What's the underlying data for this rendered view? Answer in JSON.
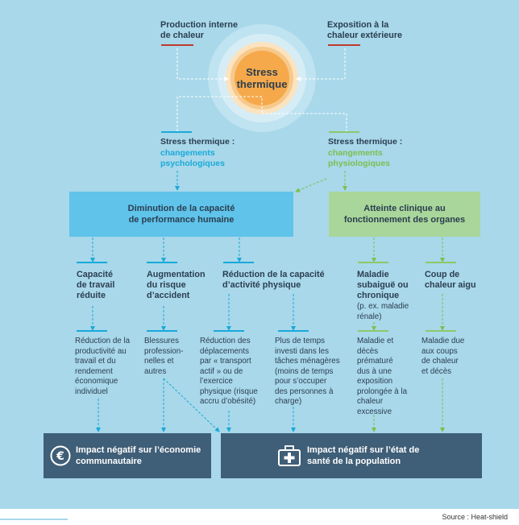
{
  "top": {
    "internal_heat": "Production interne\nde chaleur",
    "external_heat": "Exposition à la\nchaleur extérieure",
    "center": "Stress\nthermique"
  },
  "stress": {
    "psy_lead": "Stress thermique :",
    "psy_sub": "changements\npsychologiques",
    "phys_lead": "Stress thermique :",
    "phys_sub": "changements\nphysiologiques"
  },
  "boxes": {
    "performance": "Diminution de la capacité\nde performance humaine",
    "clinical": "Atteinte clinique au\nfonctionnement des organes"
  },
  "headers": {
    "work": "Capacité\nde travail\nréduite",
    "accident": "Augmentation\ndu risque\nd’accident",
    "activity": "Réduction de la capacité\nd’activité physique",
    "disease": "Maladie\nsubaiguë ou\nchronique",
    "disease_note": "(p. ex. maladie\nrénale)",
    "heatstroke": "Coup de\nchaleur aigu"
  },
  "details": {
    "productivity": "Réduction de la\nproductivité au\ntravail et du\nrendement\néconomique\nindividuel",
    "injuries": "Blessures\nprofession-\nnelles et\nautres",
    "travel": "Réduction des\ndéplacements\npar « transport\nactif » ou de\nl’exercice\nphysique (risque\naccru d’obésité)",
    "chores": "Plus de temps\ninvesti dans les\ntâches ménagères\n(moins de temps\npour s’occuper\ndes personnes à\ncharge)",
    "deaths": "Maladie et\ndécès\nprématuré\ndus à une\nexposition\nprolongée à la\nchaleur\nexcessive",
    "heat_deaths": "Maladie due\naux coups\nde chaleur\net décès"
  },
  "impacts": {
    "economy": "Impact négatif sur l’économie\ncommunautaire",
    "health": "Impact négatif sur l’état de\nsanté de la population",
    "economy_icon": "euro-icon",
    "health_icon": "first-aid-kit-icon"
  },
  "source": "Source : Heat-shield",
  "colors": {
    "background": "#a8d8ea",
    "psychological": "#1aa9d9",
    "physiological": "#7cbf4f",
    "impact_box": "#3f5e77",
    "sun_core": "#f6a94a"
  }
}
